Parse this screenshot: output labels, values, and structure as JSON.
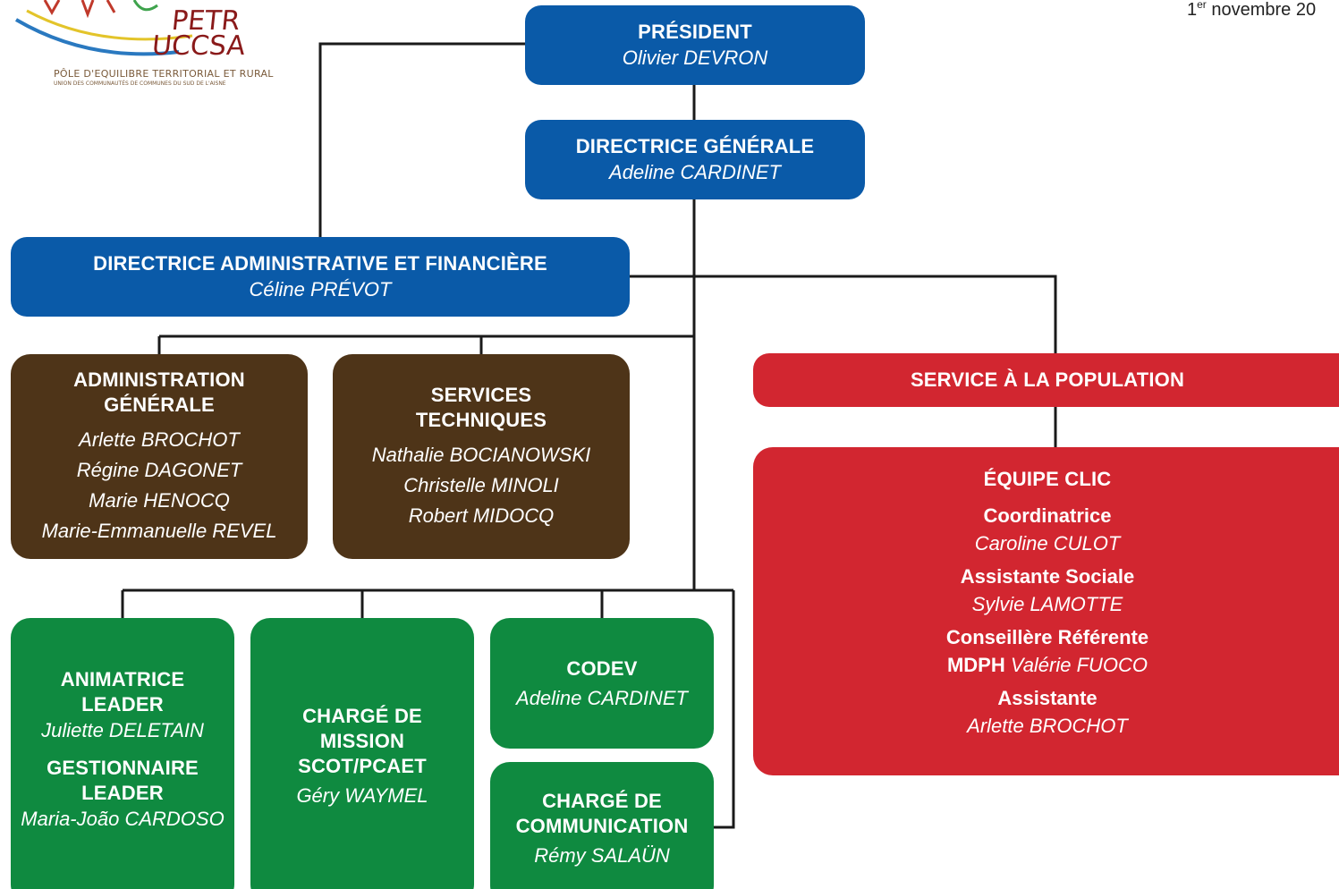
{
  "date": {
    "prefix": "1",
    "sup": "er",
    "rest": " novembre 20"
  },
  "logo": {
    "name_line1": "PETR",
    "name_line2": "UCCSA",
    "tagline": "PÔLE D'EQUILIBRE TERRITORIAL ET RURAL",
    "subtagline": "UNION DES COMMUNAUTÉS DE COMMUNES DU SUD DE L'AISNE"
  },
  "president": {
    "title": "PRÉSIDENT",
    "name": "Olivier DEVRON"
  },
  "dg": {
    "title": "DIRECTRICE GÉNÉRALE",
    "name": "Adeline CARDINET"
  },
  "daf": {
    "title": "DIRECTRICE ADMINISTRATIVE ET FINANCIÈRE",
    "name": "Céline PRÉVOT"
  },
  "admin": {
    "title1": "ADMINISTRATION",
    "title2": "GÉNÉRALE",
    "names": [
      "Arlette BROCHOT",
      "Régine DAGONET",
      "Marie HENOCQ",
      "Marie-Emmanuelle REVEL"
    ]
  },
  "tech": {
    "title1": "SERVICES",
    "title2": "TECHNIQUES",
    "names": [
      "Nathalie BOCIANOWSKI",
      "Christelle MINOLI",
      "Robert MIDOCQ"
    ]
  },
  "leader": {
    "t1a": "ANIMATRICE",
    "t1b": "LEADER",
    "n1": "Juliette DELETAIN",
    "t2a": "GESTIONNAIRE",
    "t2b": "LEADER",
    "n2": "Maria-João CARDOSO"
  },
  "scot": {
    "t1": "CHARGÉ DE",
    "t2": "MISSION",
    "t3": "SCOT/PCAET",
    "name": "Géry WAYMEL"
  },
  "codev": {
    "title": "CODEV",
    "name": "Adeline CARDINET"
  },
  "comm": {
    "t1": "CHARGÉ DE",
    "t2": "COMMUNICATION",
    "name": "Rémy SALAÜN"
  },
  "population": {
    "title": "SERVICE À LA POPULATION"
  },
  "clic": {
    "title": "ÉQUIPE CLIC",
    "role1": "Coordinatrice",
    "name1": "Caroline CULOT",
    "role2": "Assistante Sociale",
    "name2": "Sylvie LAMOTTE",
    "role3": "Conseillère Référente",
    "role3b": "MDPH",
    "name3": " Valérie FUOCO",
    "role4": "Assistante",
    "name4": "Arlette BROCHOT"
  },
  "colors": {
    "blue": "#0a5aa8",
    "brown": "#4e3418",
    "green": "#0f8a40",
    "red": "#d22630",
    "line": "#1a1a1a"
  }
}
